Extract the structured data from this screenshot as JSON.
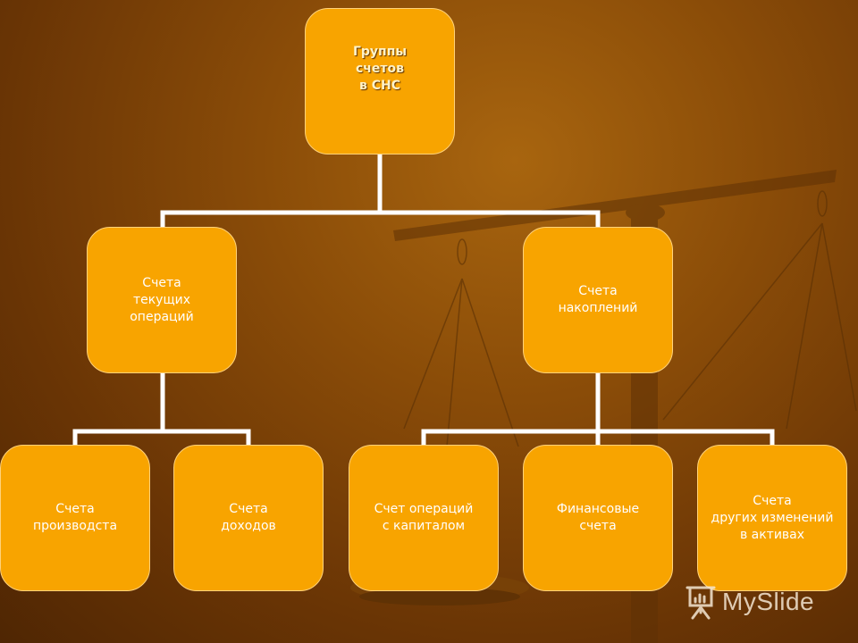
{
  "diagram": {
    "root": {
      "lines": [
        "Группы",
        "счетов",
        "в СНС"
      ]
    },
    "level1": [
      {
        "id": "current",
        "lines": [
          "Счета",
          "текущих",
          "операций"
        ]
      },
      {
        "id": "accumulation",
        "lines": [
          "Счета",
          "накоплений"
        ]
      }
    ],
    "level2": [
      {
        "id": "production",
        "parent": "current",
        "lines": [
          "Счета",
          "производста"
        ]
      },
      {
        "id": "income",
        "parent": "current",
        "lines": [
          "Счета",
          "доходов"
        ]
      },
      {
        "id": "capital",
        "parent": "accumulation",
        "lines": [
          "Счет операций",
          "с капиталом"
        ]
      },
      {
        "id": "financial",
        "parent": "accumulation",
        "lines": [
          "Финансовые",
          "счета"
        ]
      },
      {
        "id": "other",
        "parent": "accumulation",
        "lines": [
          "Счета",
          "других изменений",
          "в активах"
        ]
      }
    ]
  },
  "watermark": {
    "text": "MySlide",
    "icon": "presentation-board-icon"
  },
  "colors": {
    "node_fill": "#f8a400",
    "connector": "#ffffff",
    "background": "#8a4c08"
  }
}
